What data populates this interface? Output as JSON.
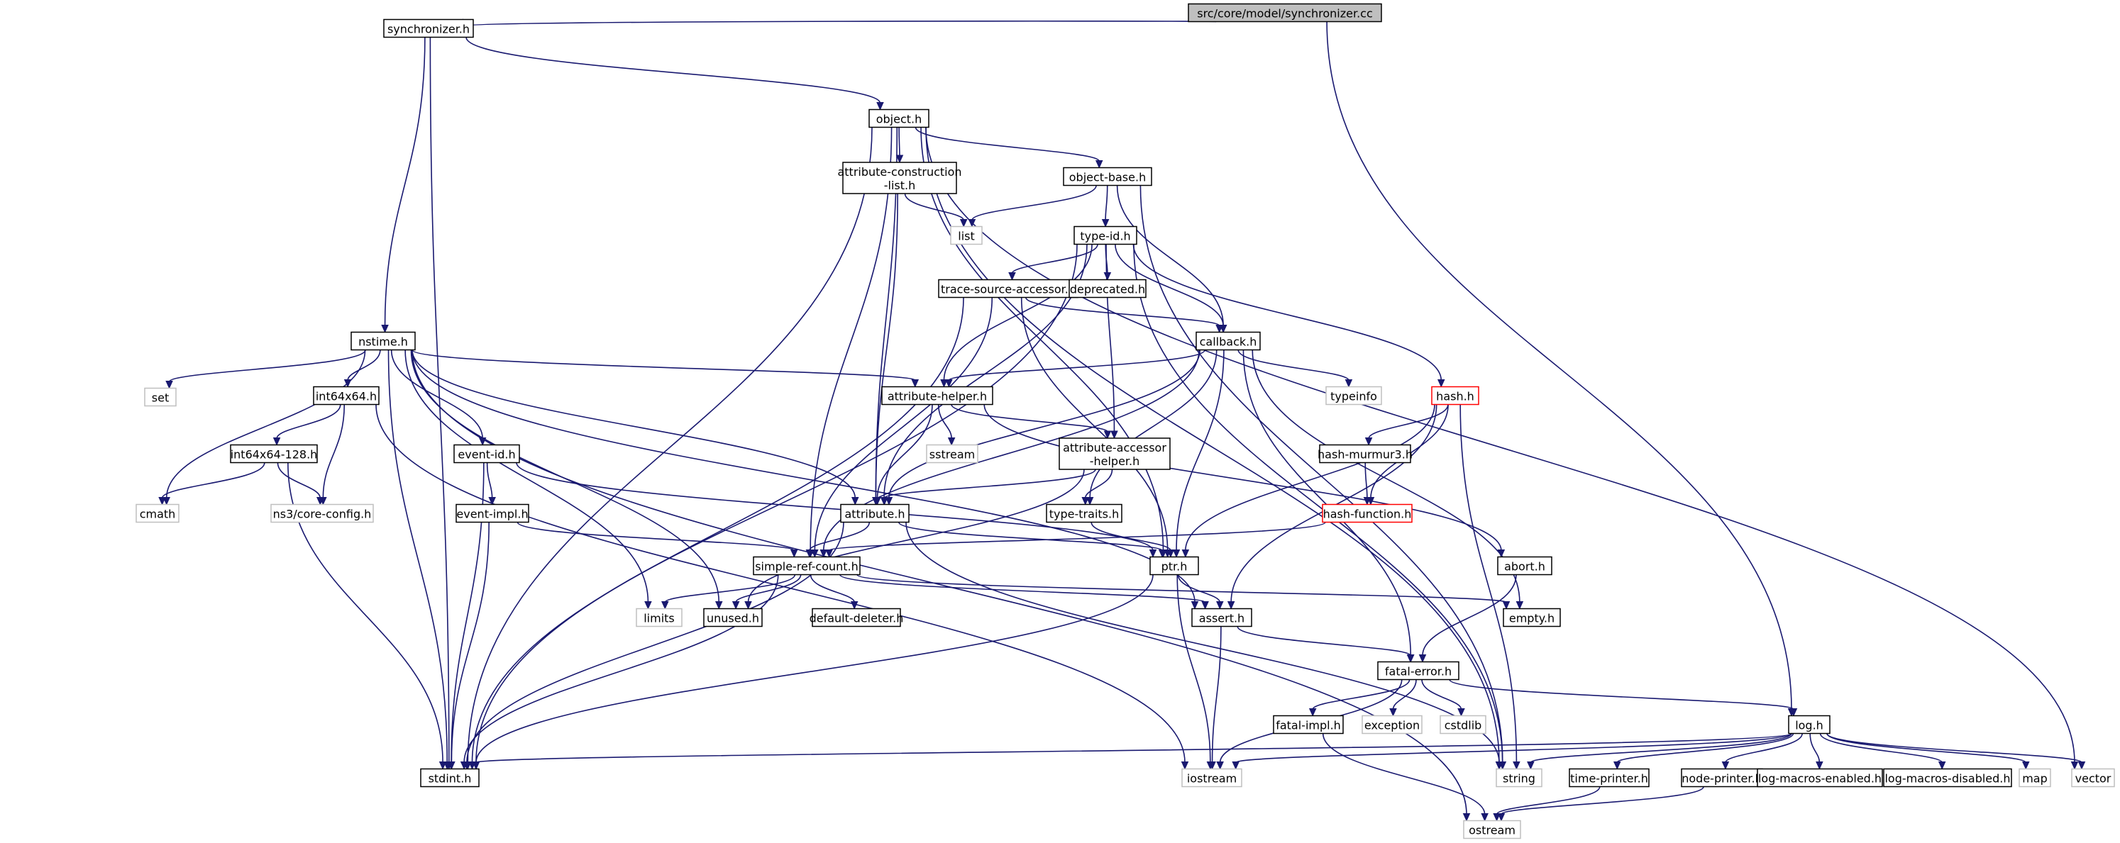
{
  "diagram": {
    "colors": {
      "edge": "#191970",
      "box_border": "#000000",
      "root_fill": "#bfbfbf",
      "sys_border": "#bfbfbf",
      "incomplete_border": "#ff0000",
      "box_fill": "#ffffff"
    },
    "nodes": [
      {
        "id": "root",
        "label": "src/core/model/synchronizer.cc",
        "kind": "root"
      },
      {
        "id": "synchronizer_h",
        "label": "synchronizer.h",
        "kind": "file"
      },
      {
        "id": "object_h",
        "label": "object.h",
        "kind": "file"
      },
      {
        "id": "acl_h",
        "label": "attribute-construction\n-list.h",
        "kind": "file"
      },
      {
        "id": "objbase_h",
        "label": "object-base.h",
        "kind": "file"
      },
      {
        "id": "list",
        "label": "list",
        "kind": "sys"
      },
      {
        "id": "typeid_h",
        "label": "type-id.h",
        "kind": "file"
      },
      {
        "id": "tsa_h",
        "label": "trace-source-accessor.h",
        "kind": "file"
      },
      {
        "id": "deprecated_h",
        "label": "deprecated.h",
        "kind": "file"
      },
      {
        "id": "nstime_h",
        "label": "nstime.h",
        "kind": "file"
      },
      {
        "id": "callback_h",
        "label": "callback.h",
        "kind": "file"
      },
      {
        "id": "set",
        "label": "set",
        "kind": "sys"
      },
      {
        "id": "int64x64_h",
        "label": "int64x64.h",
        "kind": "file"
      },
      {
        "id": "attrhelper_h",
        "label": "attribute-helper.h",
        "kind": "file"
      },
      {
        "id": "typeinfo",
        "label": "typeinfo",
        "kind": "sys"
      },
      {
        "id": "hash_h",
        "label": "hash.h",
        "kind": "incomplete"
      },
      {
        "id": "int128_h",
        "label": "int64x64-128.h",
        "kind": "file"
      },
      {
        "id": "eventid_h",
        "label": "event-id.h",
        "kind": "file"
      },
      {
        "id": "sstream",
        "label": "sstream",
        "kind": "sys"
      },
      {
        "id": "aah_h",
        "label": "attribute-accessor\n-helper.h",
        "kind": "file"
      },
      {
        "id": "murmur_h",
        "label": "hash-murmur3.h",
        "kind": "file"
      },
      {
        "id": "cmath",
        "label": "cmath",
        "kind": "sys"
      },
      {
        "id": "coreconfig_h",
        "label": "ns3/core-config.h",
        "kind": "sys"
      },
      {
        "id": "eventimpl_h",
        "label": "event-impl.h",
        "kind": "file"
      },
      {
        "id": "attribute_h",
        "label": "attribute.h",
        "kind": "file"
      },
      {
        "id": "typetraits_h",
        "label": "type-traits.h",
        "kind": "file"
      },
      {
        "id": "hashfn_h",
        "label": "hash-function.h",
        "kind": "incomplete"
      },
      {
        "id": "src_h",
        "label": "simple-ref-count.h",
        "kind": "file"
      },
      {
        "id": "ptr_h",
        "label": "ptr.h",
        "kind": "file"
      },
      {
        "id": "abort_h",
        "label": "abort.h",
        "kind": "file"
      },
      {
        "id": "limits",
        "label": "limits",
        "kind": "sys"
      },
      {
        "id": "unused_h",
        "label": "unused.h",
        "kind": "file"
      },
      {
        "id": "dd_h",
        "label": "default-deleter.h",
        "kind": "file"
      },
      {
        "id": "assert_h",
        "label": "assert.h",
        "kind": "file"
      },
      {
        "id": "empty_h",
        "label": "empty.h",
        "kind": "file"
      },
      {
        "id": "fatalerror_h",
        "label": "fatal-error.h",
        "kind": "file"
      },
      {
        "id": "fatalimpl_h",
        "label": "fatal-impl.h",
        "kind": "file"
      },
      {
        "id": "exception",
        "label": "exception",
        "kind": "sys"
      },
      {
        "id": "cstdlib",
        "label": "cstdlib",
        "kind": "sys"
      },
      {
        "id": "log_h",
        "label": "log.h",
        "kind": "file"
      },
      {
        "id": "stdint_h",
        "label": "stdint.h",
        "kind": "file"
      },
      {
        "id": "iostream",
        "label": "iostream",
        "kind": "sys"
      },
      {
        "id": "string",
        "label": "string",
        "kind": "sys"
      },
      {
        "id": "timeprinter_h",
        "label": "time-printer.h",
        "kind": "file"
      },
      {
        "id": "nodeprinter_h",
        "label": "node-printer.h",
        "kind": "file"
      },
      {
        "id": "lme_h",
        "label": "log-macros-enabled.h",
        "kind": "file"
      },
      {
        "id": "lmd_h",
        "label": "log-macros-disabled.h",
        "kind": "file"
      },
      {
        "id": "map",
        "label": "map",
        "kind": "sys"
      },
      {
        "id": "vector",
        "label": "vector",
        "kind": "sys"
      },
      {
        "id": "ostream",
        "label": "ostream",
        "kind": "sys"
      }
    ],
    "edges": [
      [
        "root",
        "synchronizer_h"
      ],
      [
        "root",
        "log_h"
      ],
      [
        "synchronizer_h",
        "object_h"
      ],
      [
        "synchronizer_h",
        "nstime_h"
      ],
      [
        "synchronizer_h",
        "stdint_h"
      ],
      [
        "object_h",
        "acl_h"
      ],
      [
        "object_h",
        "objbase_h"
      ],
      [
        "object_h",
        "ptr_h"
      ],
      [
        "object_h",
        "attribute_h"
      ],
      [
        "object_h",
        "src_h"
      ],
      [
        "object_h",
        "stdint_h"
      ],
      [
        "object_h",
        "string"
      ],
      [
        "object_h",
        "vector"
      ],
      [
        "acl_h",
        "list"
      ],
      [
        "acl_h",
        "attribute_h"
      ],
      [
        "objbase_h",
        "list"
      ],
      [
        "objbase_h",
        "typeid_h"
      ],
      [
        "objbase_h",
        "callback_h"
      ],
      [
        "objbase_h",
        "string"
      ],
      [
        "typeid_h",
        "tsa_h"
      ],
      [
        "typeid_h",
        "deprecated_h"
      ],
      [
        "typeid_h",
        "callback_h"
      ],
      [
        "typeid_h",
        "hash_h"
      ],
      [
        "typeid_h",
        "attrhelper_h"
      ],
      [
        "typeid_h",
        "aah_h"
      ],
      [
        "typeid_h",
        "attribute_h"
      ],
      [
        "typeid_h",
        "stdint_h"
      ],
      [
        "typeid_h",
        "string"
      ],
      [
        "tsa_h",
        "callback_h"
      ],
      [
        "tsa_h",
        "ptr_h"
      ],
      [
        "tsa_h",
        "src_h"
      ],
      [
        "tsa_h",
        "stdint_h"
      ],
      [
        "callback_h",
        "attrhelper_h"
      ],
      [
        "callback_h",
        "typeinfo"
      ],
      [
        "callback_h",
        "ptr_h"
      ],
      [
        "callback_h",
        "typetraits_h"
      ],
      [
        "callback_h",
        "attribute_h"
      ],
      [
        "callback_h",
        "src_h"
      ],
      [
        "callback_h",
        "empty_h"
      ],
      [
        "callback_h",
        "fatalerror_h"
      ],
      [
        "nstime_h",
        "set"
      ],
      [
        "nstime_h",
        "int64x64_h"
      ],
      [
        "nstime_h",
        "eventid_h"
      ],
      [
        "nstime_h",
        "attrhelper_h"
      ],
      [
        "nstime_h",
        "attribute_h"
      ],
      [
        "nstime_h",
        "cmath"
      ],
      [
        "nstime_h",
        "limits"
      ],
      [
        "nstime_h",
        "unused_h"
      ],
      [
        "nstime_h",
        "assert_h"
      ],
      [
        "nstime_h",
        "stdint_h"
      ],
      [
        "nstime_h",
        "ostream"
      ],
      [
        "int64x64_h",
        "int128_h"
      ],
      [
        "int64x64_h",
        "coreconfig_h"
      ],
      [
        "int64x64_h",
        "iostream"
      ],
      [
        "int128_h",
        "cmath"
      ],
      [
        "int128_h",
        "coreconfig_h"
      ],
      [
        "int128_h",
        "stdint_h"
      ],
      [
        "eventid_h",
        "eventimpl_h"
      ],
      [
        "eventid_h",
        "ptr_h"
      ],
      [
        "eventid_h",
        "stdint_h"
      ],
      [
        "eventimpl_h",
        "src_h"
      ],
      [
        "eventimpl_h",
        "stdint_h"
      ],
      [
        "attrhelper_h",
        "sstream"
      ],
      [
        "attrhelper_h",
        "aah_h"
      ],
      [
        "attrhelper_h",
        "attribute_h"
      ],
      [
        "attrhelper_h",
        "abort_h"
      ],
      [
        "aah_h",
        "attribute_h"
      ],
      [
        "aah_h",
        "typetraits_h"
      ],
      [
        "aah_h",
        "unused_h"
      ],
      [
        "hash_h",
        "murmur_h"
      ],
      [
        "hash_h",
        "hashfn_h"
      ],
      [
        "hash_h",
        "ptr_h"
      ],
      [
        "hash_h",
        "assert_h"
      ],
      [
        "hash_h",
        "string"
      ],
      [
        "murmur_h",
        "hashfn_h"
      ],
      [
        "hashfn_h",
        "src_h"
      ],
      [
        "attribute_h",
        "ptr_h"
      ],
      [
        "attribute_h",
        "src_h"
      ],
      [
        "attribute_h",
        "string"
      ],
      [
        "attribute_h",
        "stdint_h"
      ],
      [
        "typetraits_h",
        "ptr_h"
      ],
      [
        "src_h",
        "limits"
      ],
      [
        "src_h",
        "unused_h"
      ],
      [
        "src_h",
        "dd_h"
      ],
      [
        "src_h",
        "assert_h"
      ],
      [
        "src_h",
        "empty_h"
      ],
      [
        "src_h",
        "stdint_h"
      ],
      [
        "ptr_h",
        "assert_h"
      ],
      [
        "ptr_h",
        "iostream"
      ],
      [
        "ptr_h",
        "stdint_h"
      ],
      [
        "abort_h",
        "fatalerror_h"
      ],
      [
        "assert_h",
        "fatalerror_h"
      ],
      [
        "assert_h",
        "iostream"
      ],
      [
        "fatalerror_h",
        "fatalimpl_h"
      ],
      [
        "fatalerror_h",
        "exception"
      ],
      [
        "fatalerror_h",
        "cstdlib"
      ],
      [
        "fatalerror_h",
        "iostream"
      ],
      [
        "fatalerror_h",
        "log_h"
      ],
      [
        "fatalimpl_h",
        "ostream"
      ],
      [
        "log_h",
        "stdint_h"
      ],
      [
        "log_h",
        "iostream"
      ],
      [
        "log_h",
        "string"
      ],
      [
        "log_h",
        "timeprinter_h"
      ],
      [
        "log_h",
        "nodeprinter_h"
      ],
      [
        "log_h",
        "lme_h"
      ],
      [
        "log_h",
        "lmd_h"
      ],
      [
        "log_h",
        "map"
      ],
      [
        "log_h",
        "vector"
      ],
      [
        "timeprinter_h",
        "ostream"
      ],
      [
        "nodeprinter_h",
        "ostream"
      ]
    ]
  }
}
